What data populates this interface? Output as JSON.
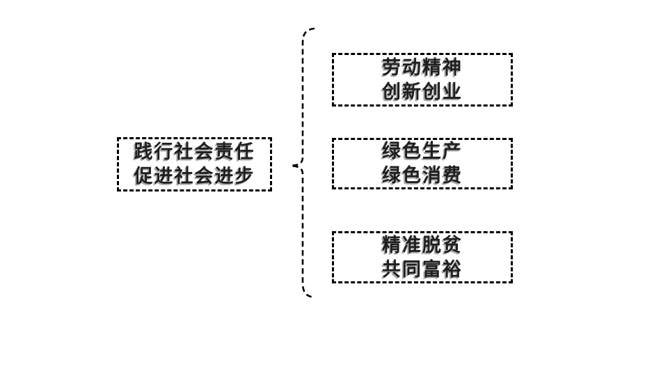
{
  "root": {
    "lines": [
      "践行社会责任",
      "促进社会进步"
    ]
  },
  "branches": [
    {
      "lines": [
        "劳动精神",
        "创新创业"
      ]
    },
    {
      "lines": [
        "绿色生产",
        "绿色消费"
      ]
    },
    {
      "lines": [
        "精准脱贫",
        "共同富裕"
      ]
    }
  ],
  "connector": {
    "shape": "curly-brace-left-pointing",
    "stroke_style": "dashed"
  },
  "colors": {
    "background": "#ffffff",
    "border": "#000000",
    "text": "#1f1f1f",
    "text_shadow": "#a9a9a9"
  }
}
